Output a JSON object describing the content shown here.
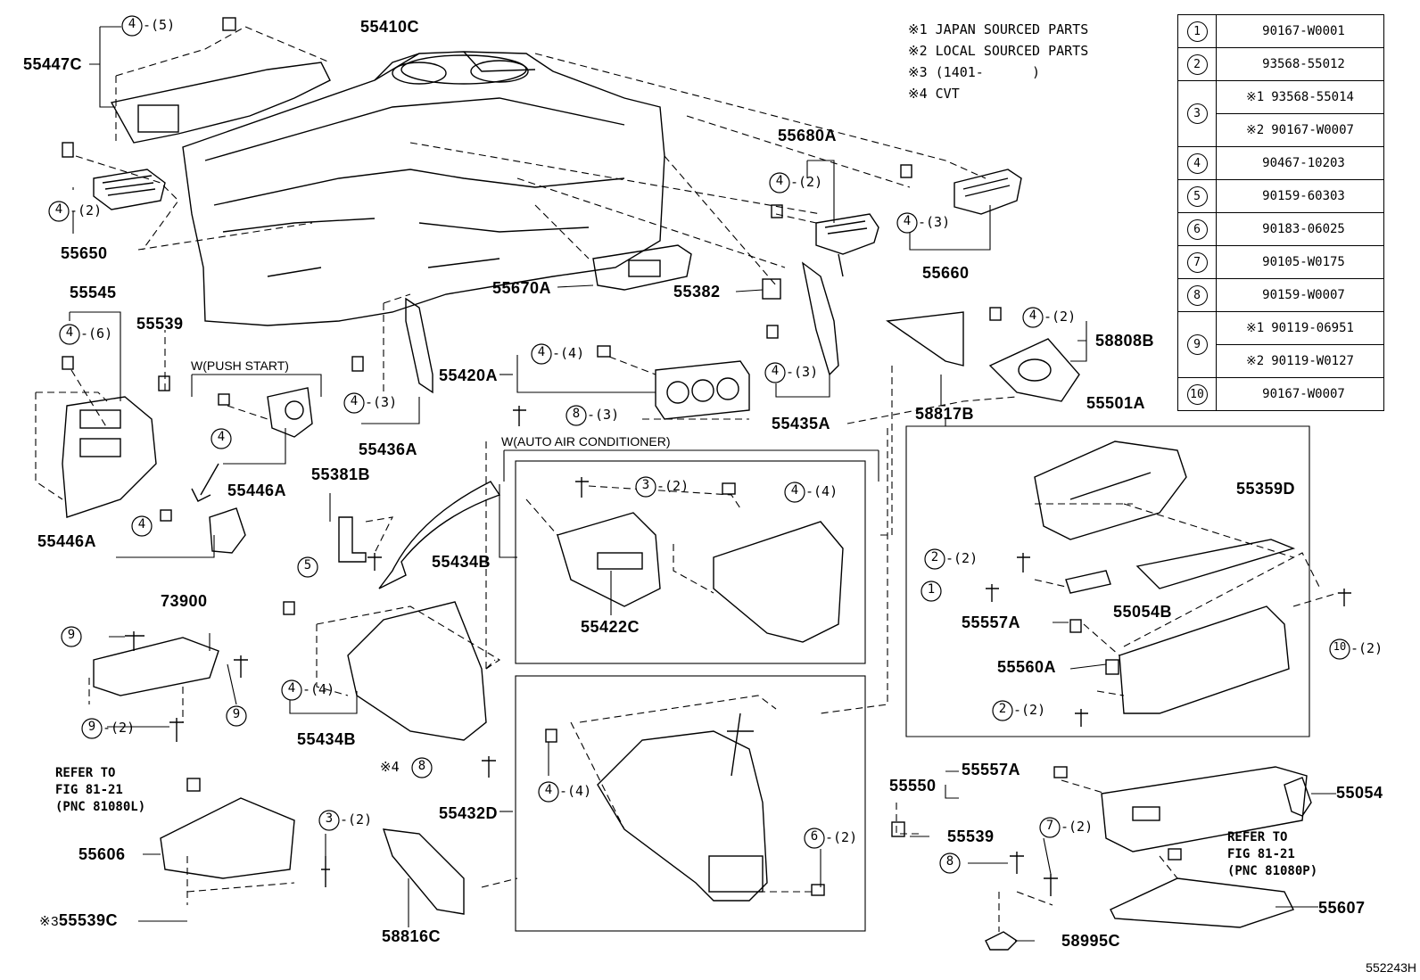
{
  "notes": [
    {
      "mark": "※1",
      "text": "JAPAN SOURCED PARTS"
    },
    {
      "mark": "※2",
      "text": "LOCAL SOURCED PARTS"
    },
    {
      "mark": "※3",
      "text": "(1401-      )"
    },
    {
      "mark": "※4",
      "text": "CVT"
    }
  ],
  "parts_table": [
    {
      "no": "1",
      "parts": [
        {
          "mark": "",
          "code": "90167-W0001"
        }
      ]
    },
    {
      "no": "2",
      "parts": [
        {
          "mark": "",
          "code": "93568-55012"
        }
      ]
    },
    {
      "no": "3",
      "parts": [
        {
          "mark": "※1",
          "code": "93568-55014"
        },
        {
          "mark": "※2",
          "code": "90167-W0007"
        }
      ]
    },
    {
      "no": "4",
      "parts": [
        {
          "mark": "",
          "code": "90467-10203"
        }
      ]
    },
    {
      "no": "5",
      "parts": [
        {
          "mark": "",
          "code": "90159-60303"
        }
      ]
    },
    {
      "no": "6",
      "parts": [
        {
          "mark": "",
          "code": "90183-06025"
        }
      ]
    },
    {
      "no": "7",
      "parts": [
        {
          "mark": "",
          "code": "90105-W0175"
        }
      ]
    },
    {
      "no": "8",
      "parts": [
        {
          "mark": "",
          "code": "90159-W0007"
        }
      ]
    },
    {
      "no": "9",
      "parts": [
        {
          "mark": "※1",
          "code": "90119-06951"
        },
        {
          "mark": "※2",
          "code": "90119-W0127"
        }
      ]
    },
    {
      "no": "10",
      "parts": [
        {
          "mark": "",
          "code": "90167-W0007"
        }
      ]
    }
  ],
  "part_labels": {
    "p55410C": "55410C",
    "p55447C": "55447C",
    "p55650": "55650",
    "p55680A": "55680A",
    "p55660": "55660",
    "p55545": "55545",
    "p55539a": "55539",
    "p55670A": "55670A",
    "p55382": "55382",
    "p58808B": "58808B",
    "p58817B": "58817B",
    "p55435A": "55435A",
    "p55420A": "55420A",
    "p55436A": "55436A",
    "p55446A1": "55446A",
    "p55446A2": "55446A",
    "p55381B": "55381B",
    "p55434B1": "55434B",
    "p55422C": "55422C",
    "p55501A": "55501A",
    "p55359D": "55359D",
    "p55054B": "55054B",
    "p55557A1": "55557A",
    "p55560A": "55560A",
    "p73900": "73900",
    "p55434B2": "55434B",
    "p55432D": "55432D",
    "p55550": "55550",
    "p55557A2": "55557A",
    "p55054": "55054",
    "p55539b": "55539",
    "p55606": "55606",
    "p55539C": "55539C",
    "p58816C": "58816C",
    "p58995C": "58995C",
    "p55607": "55607"
  },
  "captions": {
    "push_start": "W(PUSH  START)",
    "auto_air": "W(AUTO AIR CONDITIONER)"
  },
  "refs": {
    "left": [
      "REFER TO",
      "FIG 81-21",
      "(PNC 81080L)"
    ],
    "right": [
      "REFER TO",
      "FIG 81-21",
      "(PNC 81080P)"
    ]
  },
  "callouts": [
    {
      "n": "4",
      "q": "-(5)"
    },
    {
      "n": "4",
      "q": "-(2)"
    },
    {
      "n": "4",
      "q": "-(2)"
    },
    {
      "n": "4",
      "q": "-(3)"
    },
    {
      "n": "4",
      "q": "-(6)"
    },
    {
      "n": "4",
      "q": ""
    },
    {
      "n": "4",
      "q": "-(3)"
    },
    {
      "n": "4",
      "q": "-(4)"
    },
    {
      "n": "8",
      "q": "-(3)"
    },
    {
      "n": "4",
      "q": "-(3)"
    },
    {
      "n": "4",
      "q": "-(2)"
    },
    {
      "n": "4",
      "q": ""
    },
    {
      "n": "5",
      "q": ""
    },
    {
      "n": "3",
      "q": "-(2)"
    },
    {
      "n": "4",
      "q": "-(4)"
    },
    {
      "n": "2",
      "q": "-(2)"
    },
    {
      "n": "1",
      "q": ""
    },
    {
      "n": "10",
      "q": "-(2)"
    },
    {
      "n": "9",
      "q": ""
    },
    {
      "n": "9",
      "q": ""
    },
    {
      "n": "9",
      "q": "-(2)"
    },
    {
      "n": "4",
      "q": "-(4)"
    },
    {
      "n": "8",
      "q": ""
    },
    {
      "n": "2",
      "q": "-(2)"
    },
    {
      "n": "4",
      "q": "-(4)"
    },
    {
      "n": "6",
      "q": "-(2)"
    },
    {
      "n": "3",
      "q": "-(2)"
    },
    {
      "n": "7",
      "q": "-(2)"
    },
    {
      "n": "8",
      "q": ""
    }
  ],
  "cvt_mark": "※4",
  "jp3_mark": "※3",
  "drawing_id": "552243H"
}
